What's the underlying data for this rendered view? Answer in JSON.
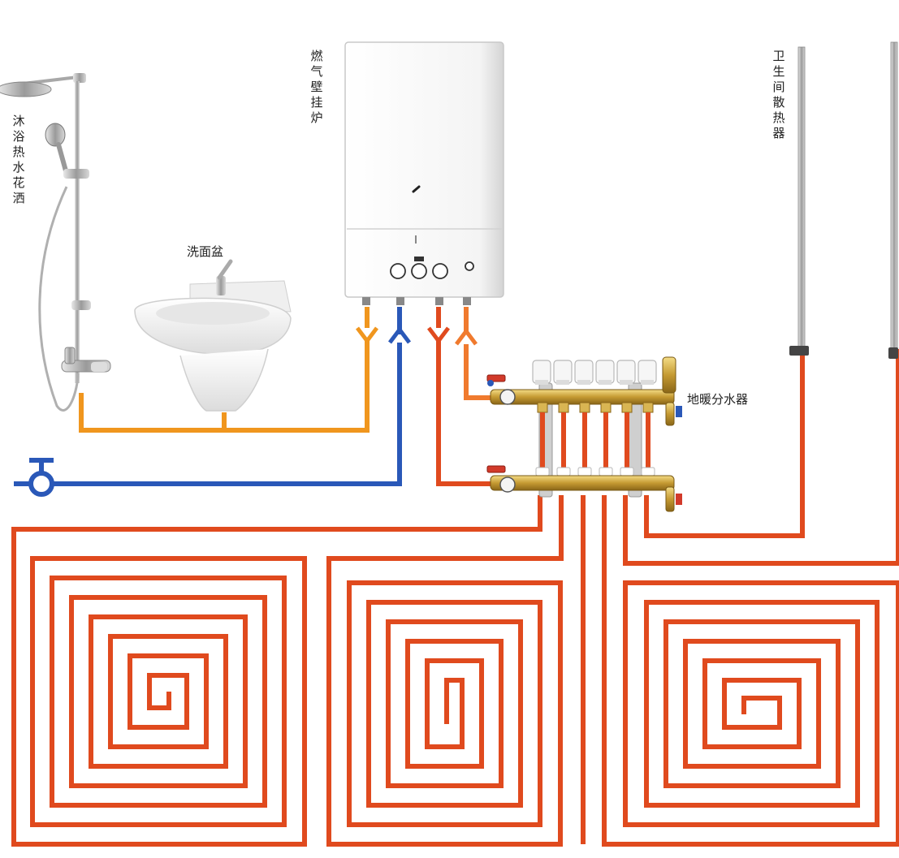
{
  "labels": {
    "shower": "沐浴热水花洒",
    "basin": "洗面盆",
    "boiler": "燃气壁挂炉",
    "towel_radiator": "卫生间散热器",
    "manifold": "地暖分水器"
  },
  "colors": {
    "hot_water": "#f0961e",
    "cold_water": "#2a58b8",
    "heating_pipe": "#e04a1e",
    "pipe_white": "#ffffff",
    "brass": "#c8a23c"
  }
}
